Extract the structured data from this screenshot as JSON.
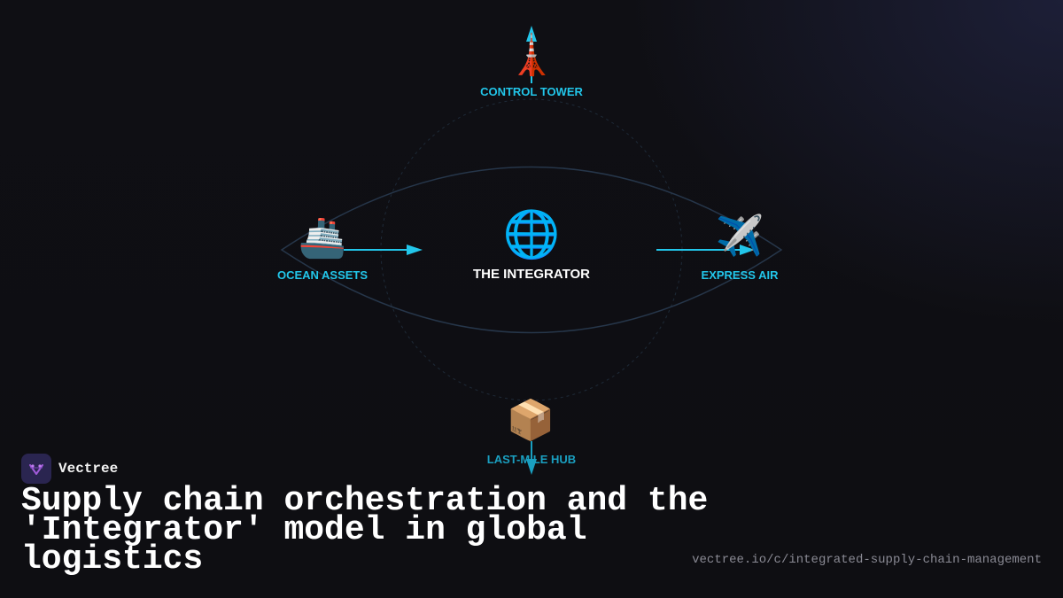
{
  "diagram": {
    "center": {
      "label": "THE INTEGRATOR",
      "icon": "globe-icon"
    },
    "nodes": {
      "top": {
        "label": "CONTROL TOWER",
        "icon": "tokyo-tower-icon"
      },
      "left": {
        "label": "OCEAN ASSETS",
        "icon": "ship-icon"
      },
      "right": {
        "label": "EXPRESS AIR",
        "icon": "airplane-icon"
      },
      "bottom": {
        "label": "LAST-MILE HUB",
        "icon": "package-icon"
      }
    },
    "colors": {
      "accent": "#22c6ea",
      "bottom_accent": "#1a9fc0",
      "orbit": "#26364a"
    }
  },
  "brand": {
    "name": "Vectree",
    "icon": "vectree-logo-icon"
  },
  "headline": "Supply chain orchestration and the 'Integrator' model in global logistics",
  "url": "vectree.io/c/integrated-supply-chain-management"
}
